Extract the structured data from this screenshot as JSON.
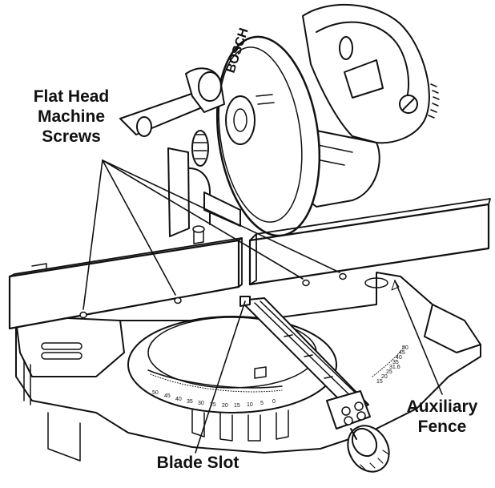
{
  "labels": {
    "screws_line1": "Flat Head",
    "screws_line2": "Machine",
    "screws_line3": "Screws",
    "blade_slot": "Blade Slot",
    "fence_line1": "Auxiliary",
    "fence_line2": "Fence"
  },
  "brand": "BOSCH",
  "scale_left": [
    "50",
    "45",
    "40",
    "35",
    "30",
    "25",
    "20",
    "15",
    "10",
    "5",
    "0"
  ],
  "scale_right": [
    "15",
    "20",
    "25",
    "31.6",
    "35",
    "40",
    "45",
    "50"
  ],
  "colors": {
    "ink": "#111111",
    "paper": "#ffffff"
  }
}
